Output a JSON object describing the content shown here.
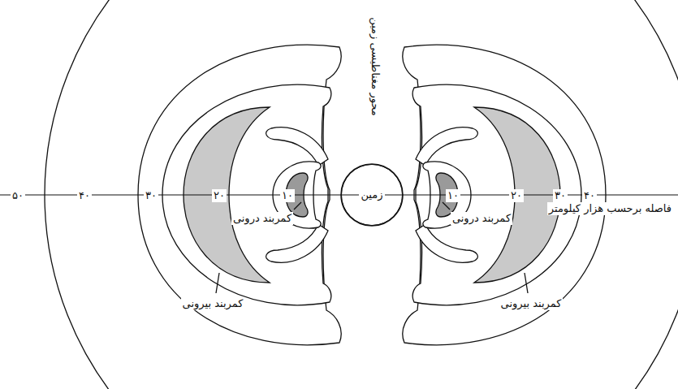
{
  "diagram": {
    "nodes": [
      {
        "text": [
          "زمین"
        ]
      }
    ],
    "labels": [
      "محور مغناطیسی زمین",
      "۵۰",
      "۴۰",
      "۳۰",
      "۲۰",
      "۱۰",
      "۱۰",
      "۲۰",
      "۳۰",
      "۴۰",
      "کمربند درونی",
      "کمربند درونی",
      "کمربند بیرونی",
      "کمربند بیرونی",
      "فاصله برحسب هزار کیلومتر"
    ]
  }
}
